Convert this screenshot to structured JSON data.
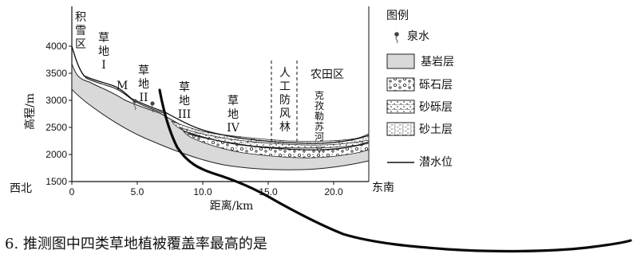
{
  "diagram": {
    "y_axis_label": "高程/m",
    "y_ticks": [
      "4000",
      "3500",
      "3000",
      "2500",
      "2000",
      "1500"
    ],
    "x_axis_label": "距离/km",
    "x_ticks": [
      "0",
      "5.0",
      "10.0",
      "15.0",
      "20.0"
    ],
    "direction_left": "西北",
    "direction_right": "东南",
    "zones": {
      "snow": [
        "积",
        "雪",
        "区"
      ],
      "grass1": [
        "草",
        "地",
        "I"
      ],
      "grass2": [
        "草",
        "地",
        "II"
      ],
      "grass3": [
        "草",
        "地",
        "III"
      ],
      "grass4": [
        "草",
        "地",
        "IV"
      ],
      "forest": [
        "人",
        "工",
        "防",
        "风",
        "林"
      ],
      "farmland": "农田区",
      "river": [
        "克",
        "孜",
        "勒",
        "苏",
        "河"
      ],
      "point_m": "M"
    }
  },
  "legend": {
    "title": "图例",
    "items": [
      {
        "label": "泉水",
        "symbol": "spring-icon"
      },
      {
        "label": "基岩层",
        "symbol": "bedrock-swatch"
      },
      {
        "label": "砾石层",
        "symbol": "gravel-swatch"
      },
      {
        "label": "砂砾层",
        "symbol": "sandy-gravel-swatch"
      },
      {
        "label": "砂土层",
        "symbol": "sandy-soil-swatch"
      },
      {
        "label": "潜水位",
        "symbol": "water-table-line"
      }
    ]
  },
  "question": "6. 推测图中四类草地植被覆盖率最高的是"
}
